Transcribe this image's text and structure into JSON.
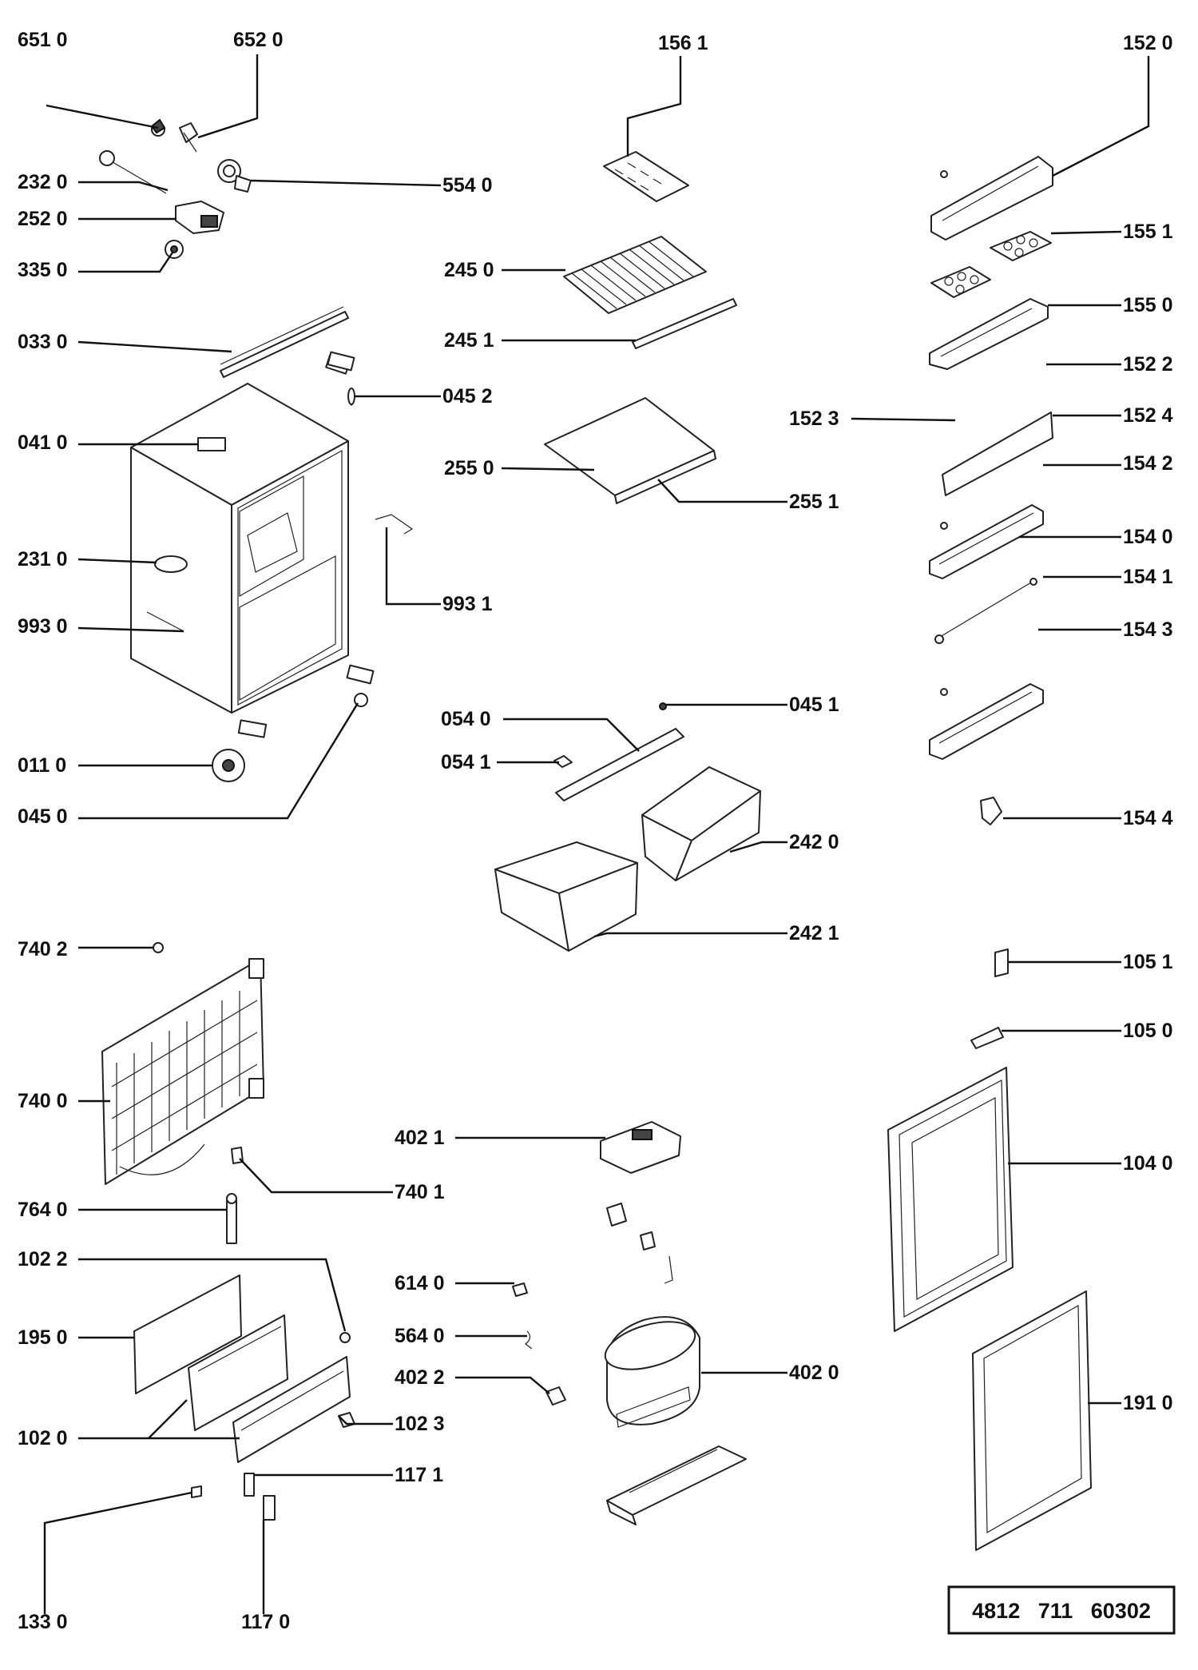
{
  "diagram": {
    "document_code": "4812   711   60302",
    "callouts": [
      {
        "id": "651",
        "label": "651 0"
      },
      {
        "id": "652",
        "label": "652  0"
      },
      {
        "id": "232",
        "label": "232 0"
      },
      {
        "id": "252",
        "label": "252 0"
      },
      {
        "id": "335",
        "label": "335 0"
      },
      {
        "id": "033",
        "label": "033 0"
      },
      {
        "id": "041",
        "label": "041 0"
      },
      {
        "id": "231",
        "label": "231 0"
      },
      {
        "id": "993-0",
        "label": "993 0"
      },
      {
        "id": "011",
        "label": "011 0"
      },
      {
        "id": "045-0",
        "label": "045 0"
      },
      {
        "id": "156",
        "label": "156 1"
      },
      {
        "id": "554",
        "label": "554 0"
      },
      {
        "id": "245-0",
        "label": "245 0"
      },
      {
        "id": "245-1",
        "label": "245 1"
      },
      {
        "id": "045-2",
        "label": "045 2"
      },
      {
        "id": "255-0",
        "label": "255 0"
      },
      {
        "id": "255-1",
        "label": "255 1"
      },
      {
        "id": "993-1",
        "label": "993 1"
      },
      {
        "id": "045-1",
        "label": "045 1"
      },
      {
        "id": "054-0",
        "label": "054 0"
      },
      {
        "id": "054-1",
        "label": "054 1"
      },
      {
        "id": "242-0",
        "label": "242 0"
      },
      {
        "id": "242-1",
        "label": "242 1"
      },
      {
        "id": "152-0",
        "label": "152 0"
      },
      {
        "id": "155-1",
        "label": "155 1"
      },
      {
        "id": "155-0",
        "label": "155 0"
      },
      {
        "id": "152-2",
        "label": "152 2"
      },
      {
        "id": "152-3",
        "label": "152  3"
      },
      {
        "id": "152-4",
        "label": "152 4"
      },
      {
        "id": "154-2",
        "label": "154 2"
      },
      {
        "id": "154-0",
        "label": "154 0"
      },
      {
        "id": "154-1",
        "label": "154 1"
      },
      {
        "id": "154-3",
        "label": "154 3"
      },
      {
        "id": "154-4",
        "label": "154 4"
      },
      {
        "id": "740-2",
        "label": "740 2"
      },
      {
        "id": "740-0",
        "label": "740 0"
      },
      {
        "id": "740-1",
        "label": "740 1"
      },
      {
        "id": "764",
        "label": "764 0"
      },
      {
        "id": "102-2",
        "label": "102  2"
      },
      {
        "id": "195",
        "label": "195 0"
      },
      {
        "id": "102-0",
        "label": "102 0"
      },
      {
        "id": "102-3",
        "label": "102  3"
      },
      {
        "id": "117-1",
        "label": "117 1"
      },
      {
        "id": "133",
        "label": "133 0"
      },
      {
        "id": "117-0",
        "label": "117  0"
      },
      {
        "id": "402-1",
        "label": "402  1"
      },
      {
        "id": "614",
        "label": "614 0"
      },
      {
        "id": "564",
        "label": "564 0"
      },
      {
        "id": "402-2",
        "label": "402 2"
      },
      {
        "id": "402-0",
        "label": "402 0"
      },
      {
        "id": "105-1",
        "label": "105 1"
      },
      {
        "id": "105-0",
        "label": "105 0"
      },
      {
        "id": "104",
        "label": "104 0"
      },
      {
        "id": "191",
        "label": "191 0"
      }
    ]
  }
}
